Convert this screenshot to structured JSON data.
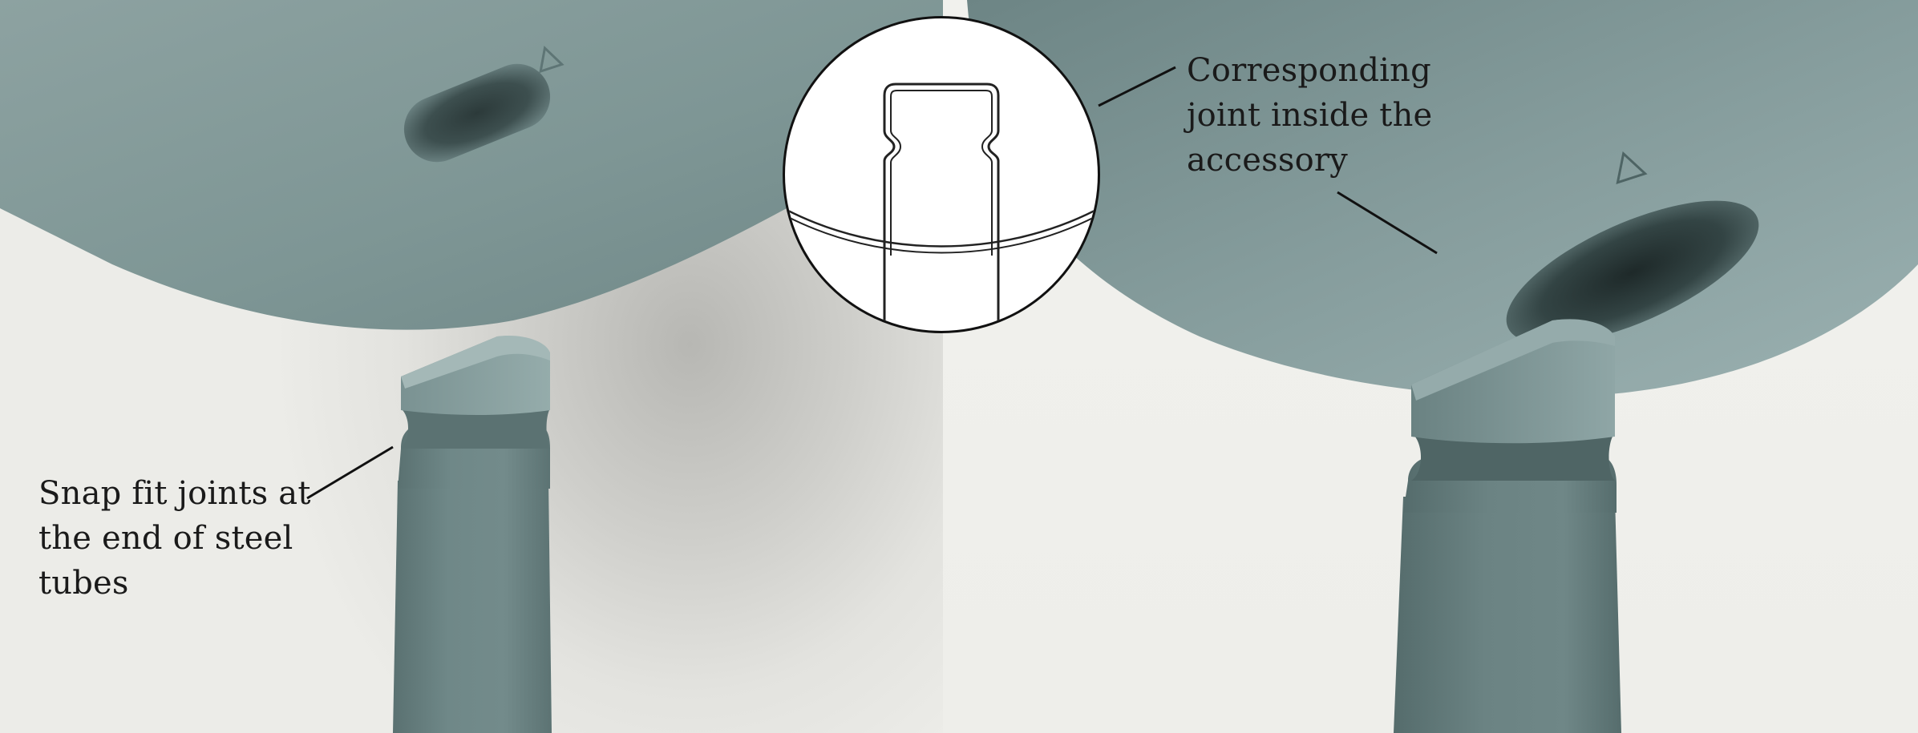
{
  "annotations": {
    "left": "Snap fit joints at\nthe end of steel\ntubes",
    "right": "Corresponding\njoint inside the\naccessory"
  },
  "colors": {
    "accessory_shell": "#7f9696",
    "steel_tube": "#6c8484",
    "leader_line": "#111111",
    "detail_background": "#ffffff",
    "backdrop": "#efefec"
  },
  "panels": [
    "left-view",
    "right-view"
  ],
  "detail_inset": {
    "content": "cross-section of tube snap fit joint"
  }
}
